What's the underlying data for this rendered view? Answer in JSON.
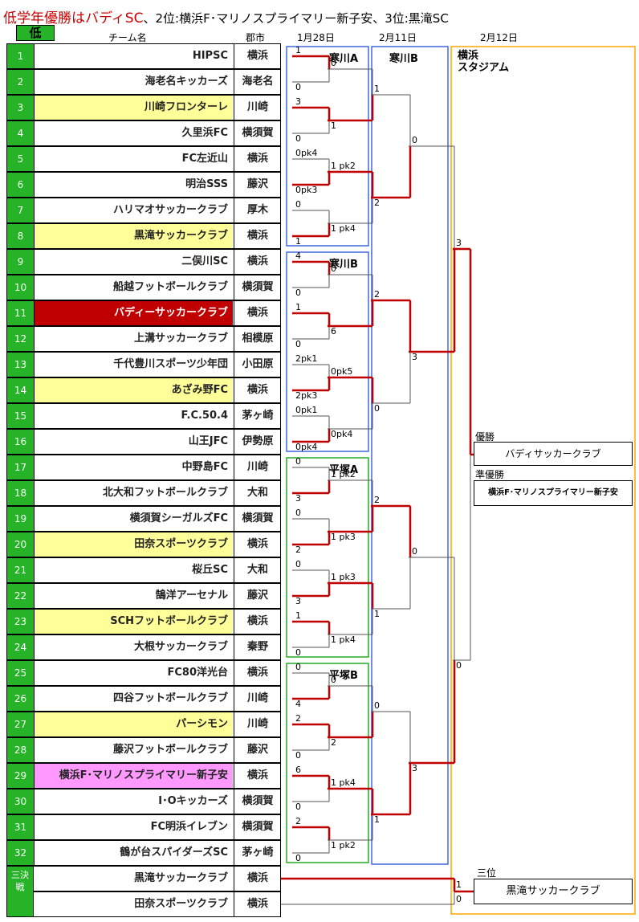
{
  "header": {
    "title_red": "低学年優勝はバディSC",
    "title_rest": "、2位:横浜F･マリノスプライマリー新子安、3位:黒滝SC",
    "category": "低"
  },
  "columns": {
    "team": "チーム名",
    "city": "郡市",
    "round1": "1月28日",
    "round2": "2月11日",
    "round3": "2月12日"
  },
  "teams": [
    {
      "no": "1",
      "name": "HIPSC",
      "city": "横浜",
      "hl": ""
    },
    {
      "no": "2",
      "name": "海老名キッカーズ",
      "city": "海老名",
      "hl": ""
    },
    {
      "no": "3",
      "name": "川崎フロンターレ",
      "city": "川崎",
      "hl": "yellow"
    },
    {
      "no": "4",
      "name": "久里浜FC",
      "city": "横須賀",
      "hl": ""
    },
    {
      "no": "5",
      "name": "FC左近山",
      "city": "横浜",
      "hl": ""
    },
    {
      "no": "6",
      "name": "明治SSS",
      "city": "藤沢",
      "hl": ""
    },
    {
      "no": "7",
      "name": "ハリマオサッカークラブ",
      "city": "厚木",
      "hl": ""
    },
    {
      "no": "8",
      "name": "黒滝サッカークラブ",
      "city": "横浜",
      "hl": "yellow"
    },
    {
      "no": "9",
      "name": "二俣川SC",
      "city": "横浜",
      "hl": ""
    },
    {
      "no": "10",
      "name": "船越フットボールクラブ",
      "city": "横須賀",
      "hl": ""
    },
    {
      "no": "11",
      "name": "バディーサッカークラブ",
      "city": "横浜",
      "hl": "red"
    },
    {
      "no": "12",
      "name": "上溝サッカークラブ",
      "city": "相模原",
      "hl": ""
    },
    {
      "no": "13",
      "name": "千代豊川スポーツ少年団",
      "city": "小田原",
      "hl": ""
    },
    {
      "no": "14",
      "name": "あざみ野FC",
      "city": "横浜",
      "hl": "yellow"
    },
    {
      "no": "15",
      "name": "F.C.50.4",
      "city": "茅ヶ崎",
      "hl": ""
    },
    {
      "no": "16",
      "name": "山王JFC",
      "city": "伊勢原",
      "hl": ""
    },
    {
      "no": "17",
      "name": "中野島FC",
      "city": "川崎",
      "hl": ""
    },
    {
      "no": "18",
      "name": "北大和フットボールクラブ",
      "city": "大和",
      "hl": ""
    },
    {
      "no": "19",
      "name": "横須賀シーガルズFC",
      "city": "横須賀",
      "hl": ""
    },
    {
      "no": "20",
      "name": "田奈スポーツクラブ",
      "city": "横浜",
      "hl": "yellow"
    },
    {
      "no": "21",
      "name": "桜丘SC",
      "city": "大和",
      "hl": ""
    },
    {
      "no": "22",
      "name": "鵠洋アーセナル",
      "city": "藤沢",
      "hl": ""
    },
    {
      "no": "23",
      "name": "SCHフットボールクラブ",
      "city": "横浜",
      "hl": "yellow"
    },
    {
      "no": "24",
      "name": "大根サッカークラブ",
      "city": "秦野",
      "hl": ""
    },
    {
      "no": "25",
      "name": "FC80洋光台",
      "city": "横浜",
      "hl": ""
    },
    {
      "no": "26",
      "name": "四谷フットボールクラブ",
      "city": "川崎",
      "hl": ""
    },
    {
      "no": "27",
      "name": "パーシモン",
      "city": "川崎",
      "hl": "yellow"
    },
    {
      "no": "28",
      "name": "藤沢フットボールクラブ",
      "city": "藤沢",
      "hl": ""
    },
    {
      "no": "29",
      "name": "横浜F･マリノスプライマリー新子安",
      "city": "横浜",
      "hl": "pink"
    },
    {
      "no": "30",
      "name": "I･Oキッカーズ",
      "city": "横須賀",
      "hl": ""
    },
    {
      "no": "31",
      "name": "FC明浜イレブン",
      "city": "横須賀",
      "hl": ""
    },
    {
      "no": "32",
      "name": "鶴が台スパイダーズSC",
      "city": "茅ヶ崎",
      "hl": ""
    }
  ],
  "third_place": {
    "label": "三決戦",
    "teams": [
      {
        "name": "黒滝サッカークラブ",
        "city": "横浜"
      },
      {
        "name": "田奈スポーツクラブ",
        "city": "横浜"
      }
    ]
  },
  "groups": [
    "寒川A",
    "寒川B",
    "平塚A",
    "平塚B"
  ],
  "round2_venue": "寒川B",
  "final_venue": "横浜\nスタジアム",
  "results": {
    "winner_label": "優勝",
    "winner": "バディサッカークラブ",
    "runner_label": "準優勝",
    "runner": "横浜F･マリノスプライマリー新子安",
    "third_label": "三位",
    "third": "黒滝サッカークラブ"
  },
  "scores": {
    "r1": [
      [
        "1",
        "0"
      ],
      [
        "3",
        "0"
      ],
      [
        "0pk4",
        "0pk3"
      ],
      [
        "0",
        "1"
      ],
      [
        "4",
        "0"
      ],
      [
        "1",
        "0"
      ],
      [
        "2pk1",
        "2pk3"
      ],
      [
        "0pk1",
        "0pk4"
      ],
      [
        "0",
        "3"
      ],
      [
        "0",
        "2"
      ],
      [
        "0",
        "3"
      ],
      [
        "1",
        "0"
      ],
      [
        "0",
        "4"
      ],
      [
        "2",
        "0"
      ],
      [
        "6",
        "0"
      ],
      [
        "2",
        "0"
      ]
    ],
    "r2": [
      [
        "0",
        "1"
      ],
      [
        "1 pk2",
        "1 pk4"
      ],
      [
        "0",
        "6"
      ],
      [
        "0pk5",
        "0pk4"
      ],
      [
        "1 pk2",
        "1 pk3"
      ],
      [
        "1 pk3",
        "1 pk4"
      ],
      [
        "0",
        "2"
      ],
      [
        "1 pk4",
        "1 pk2"
      ]
    ],
    "r3": [
      [
        "1",
        "2"
      ],
      [
        "2",
        "0"
      ],
      [
        "2",
        "1"
      ],
      [
        "0",
        "1"
      ]
    ],
    "r4": [
      [
        "0",
        "3"
      ],
      [
        "0",
        "3"
      ]
    ],
    "final": [
      "3",
      "0"
    ],
    "third": [
      "1",
      "0"
    ]
  }
}
